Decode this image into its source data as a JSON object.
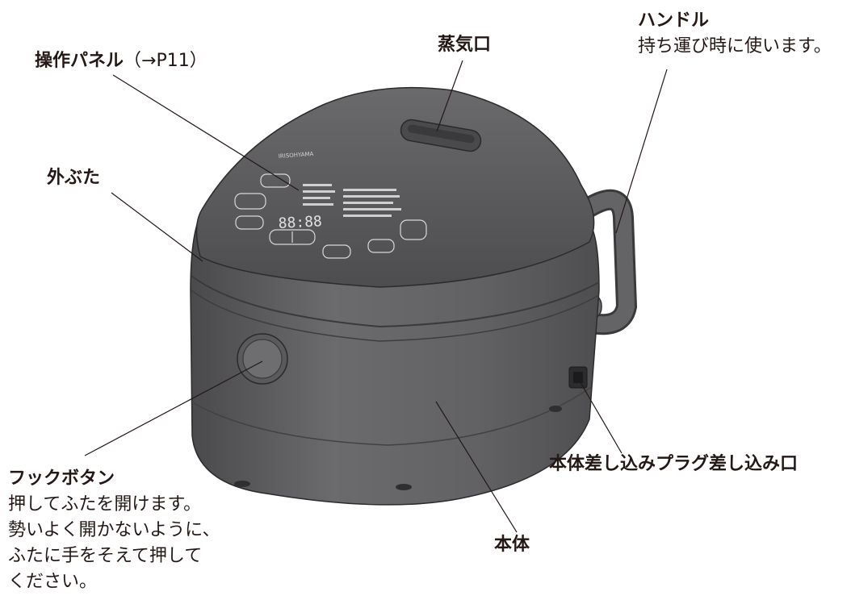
{
  "labels": {
    "operation_panel": {
      "name": "操作パネル",
      "ref": "（→P11）"
    },
    "steam_vent": {
      "name": "蒸気口"
    },
    "handle": {
      "name": "ハンドル",
      "note": "持ち運び時に使います。"
    },
    "outer_lid": {
      "name": "外ぶた"
    },
    "hook_button": {
      "name": "フックボタン",
      "note_lines": [
        "押してふたを開けます。",
        "勢いよく開かないように、",
        "ふたに手をそえて押して",
        "ください。"
      ]
    },
    "plug_inlet": {
      "name": "本体差し込みプラグ差し込み口"
    },
    "body": {
      "name": "本体"
    }
  },
  "colors": {
    "body": "#5f5f61",
    "lid": "#555557",
    "line": "#231815",
    "panel_text": "#dcdcdc"
  },
  "panel": {
    "brand": "IRISOHYAMA",
    "display": "88:88"
  }
}
